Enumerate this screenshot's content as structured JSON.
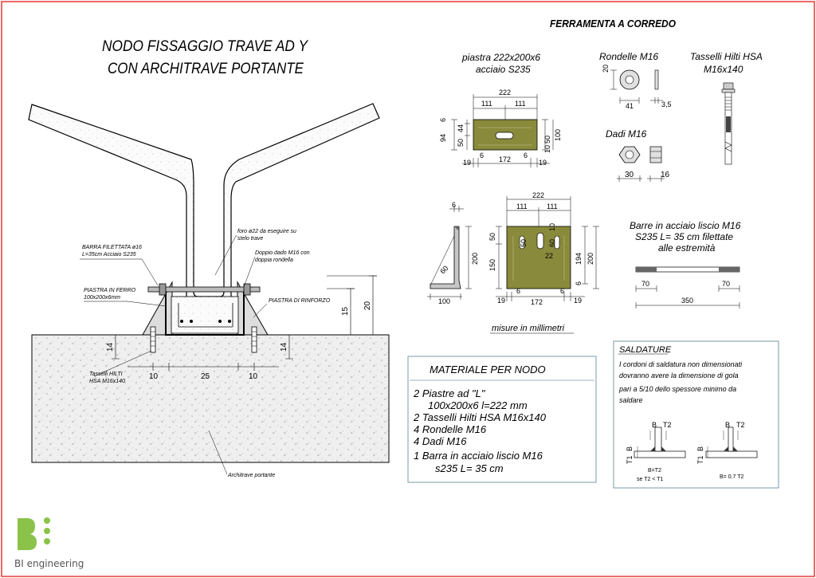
{
  "main_title": [
    "NODO  FISSAGGIO TRAVE AD Y",
    "CON  ARCHITRAVE PORTANTE"
  ],
  "accessories_title": "FERRAMENTA A CORREDO",
  "colors": {
    "frame": "#e53935",
    "plate": "#8a8a3c",
    "logo": "#8bc34a",
    "concrete": "#e8e8e8"
  },
  "left_drawing": {
    "labels": {
      "threaded_bar": [
        "BARRA FILETTATA ø16",
        "L=35cm Acciaio S235"
      ],
      "hole": [
        "foro ø22 da eseguire su",
        "stelo trave"
      ],
      "double_nut": [
        "Doppio dado M16 con",
        "doppia rondella"
      ],
      "iron_plate": [
        "PIASTRA IN FERRO",
        "100x200x6mm"
      ],
      "reinforcement_plate": "PIASTRA DI RINFORZO",
      "anchors": [
        "Tasselli HILTI",
        "HSA M16x140"
      ],
      "lintel": "Architrave portante"
    },
    "dims": {
      "d15": "15",
      "d20": "20",
      "d14a": "14",
      "d14b": "14",
      "d10a": "10",
      "d25": "25",
      "d10b": "10"
    }
  },
  "plate_detail": {
    "title": [
      "piastra  222x200x6",
      "acciaio  S235"
    ],
    "top_view": {
      "w": "222",
      "h1": "111",
      "h2": "111",
      "l6": "6",
      "l44": "44",
      "l94": "94",
      "l50": "50",
      "r100": "100",
      "r50": "50",
      "r10": "10",
      "b19a": "19",
      "b6a": "6",
      "b172": "172",
      "b6b": "6",
      "b19b": "19"
    },
    "front_view": {
      "w": "222",
      "h1": "111",
      "h2": "111",
      "t10": "10",
      "l50": "50",
      "l150": "150",
      "i50": "50",
      "i60": "60",
      "i22": "22",
      "r194": "194",
      "r200": "200",
      "r6": "6",
      "b19a": "19",
      "b6a": "6",
      "b172": "172",
      "b6b": "6",
      "b19b": "19"
    },
    "side_view": {
      "t6": "6",
      "h200": "200",
      "r60": "60",
      "w100": "100"
    },
    "units_note": "misure  in  millimetri"
  },
  "washers": {
    "title": "Rondelle  M16",
    "d20": "20",
    "d41": "41",
    "d35": "3,5"
  },
  "anchors_detail": {
    "title": [
      "Tasselli  Hilti  HSA",
      "M16x140"
    ]
  },
  "nuts": {
    "title": "Dadi  M16",
    "d30": "30",
    "d16": "16"
  },
  "bars": {
    "title": [
      "Barre  in  acciaio  liscio  M16",
      "S235  L=  35  cm  filettate",
      "alle  estremità"
    ],
    "d70a": "70",
    "d70b": "70",
    "d350": "350"
  },
  "materials": {
    "title": "MATERIALE  PER  NODO",
    "items": [
      "2  Piastre  ad  \"L\"",
      "100x200x6  l=222  mm",
      "2  Tasselli  Hilti  HSA  M16x140",
      "4  Rondelle  M16",
      "4  Dadi  M16",
      "1  Barra  in  acciaio  liscio  M16",
      "s235  L=  35  cm"
    ]
  },
  "welds": {
    "title": "SALDATURE",
    "text": [
      "I  cordoni  di  saldatura  non  dimensionati",
      "dovranno  avere  la  dimensione  di  gola",
      "pari  a  5/10  dello  spessore  minimo  da",
      "saldare"
    ],
    "fig1": {
      "b": "B",
      "t2": "T2",
      "b2": "B",
      "t1": "T1",
      "eq": "B=T2",
      "cond": "se  T2  <  T1"
    },
    "fig2": {
      "b": "B",
      "t2": "T2",
      "b2": "B",
      "t1": "T1",
      "eq": "B=  0.7  T2"
    }
  },
  "logo": {
    "text": "BI  engineering"
  }
}
